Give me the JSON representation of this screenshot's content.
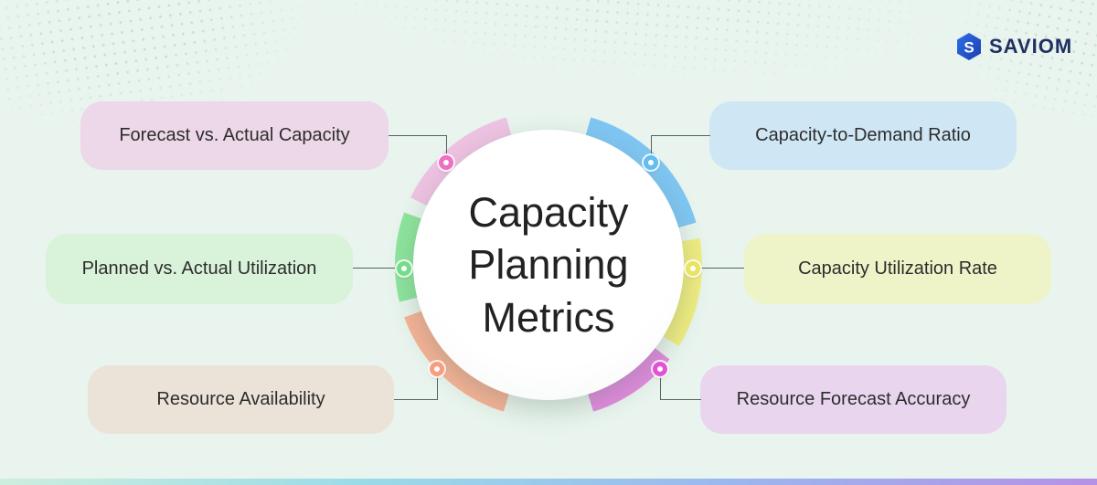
{
  "brand": {
    "name": "SAVIOM",
    "icon_letter": "S",
    "icon_color": "#2e6fe8",
    "icon_color_dark": "#1b3fae",
    "text_color": "#202f63"
  },
  "diagram": {
    "title": "Capacity Planning Metrics",
    "background_color": "#e8f4ed",
    "connector_color": "#56645c"
  },
  "metrics": [
    {
      "label": "Forecast vs. Actual Capacity",
      "position": "top-left",
      "pill_color": "#ecd8e8",
      "dot_color": "#ef6fc1"
    },
    {
      "label": "Capacity-to-Demand Ratio",
      "position": "top-right",
      "pill_color": "#cfe7f4",
      "dot_color": "#62bdf2"
    },
    {
      "label": "Planned vs. Actual Utilization",
      "position": "middle-left",
      "pill_color": "#d9f2da",
      "dot_color": "#74dd88"
    },
    {
      "label": "Capacity Utilization Rate",
      "position": "middle-right",
      "pill_color": "#eef4c8",
      "dot_color": "#e9e35e"
    },
    {
      "label": "Resource Availability",
      "position": "bottom-left",
      "pill_color": "#ebe2d8",
      "dot_color": "#f89e7f"
    },
    {
      "label": "Resource Forecast Accuracy",
      "position": "bottom-right",
      "pill_color": "#e9d6ee",
      "dot_color": "#e054d4"
    }
  ],
  "ring": {
    "segments": [
      {
        "name": "blue",
        "color": "#7fc6f3",
        "start": 16,
        "end": 74
      },
      {
        "name": "yellow",
        "color": "#efec80",
        "start": 80,
        "end": 122
      },
      {
        "name": "magenta",
        "color": "#e18ade",
        "start": 128,
        "end": 163
      },
      {
        "name": "salmon",
        "color": "#f6b296",
        "start": 197,
        "end": 250
      },
      {
        "name": "green",
        "color": "#8de49c",
        "start": 256,
        "end": 290
      },
      {
        "name": "pink",
        "color": "#eec2e2",
        "start": 296,
        "end": 344
      }
    ]
  },
  "footer_gradient": [
    "#cdeede",
    "#9adbe8",
    "#9bb7ef",
    "#b591e6"
  ]
}
